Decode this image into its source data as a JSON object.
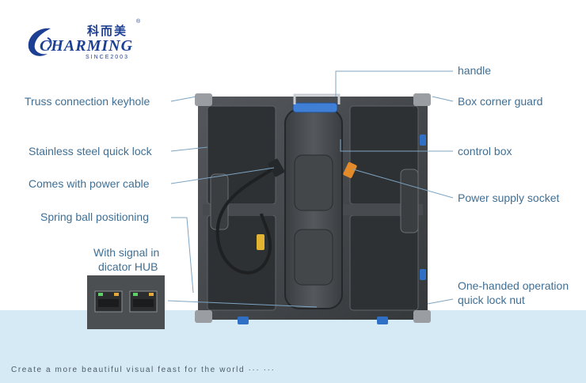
{
  "logo": {
    "chinese": "科而美",
    "registered": "®",
    "wordmark": "CHARMING",
    "since": "SINCE2003"
  },
  "labels": {
    "handle": "handle",
    "truss_keyhole": "Truss connection keyhole",
    "corner_guard": "Box corner guard",
    "quick_lock": "Stainless steel quick lock",
    "control_box": "control box",
    "power_cable": "Comes with power cable",
    "power_socket": "Power supply socket",
    "spring_ball": "Spring ball positioning",
    "signal_hub_line1": "With signal in",
    "signal_hub_line2": "dicator HUB",
    "one_handed_line1": "One-handed operation",
    "one_handed_line2": "quick lock nut"
  },
  "tagline": "Create a more beautiful visual feast for the world ··· ···",
  "colors": {
    "label_text": "#3f6f95",
    "leader_line": "#7da4c2",
    "logo_blue": "#1d3f93",
    "bottom_band": "#d6eaf6"
  }
}
